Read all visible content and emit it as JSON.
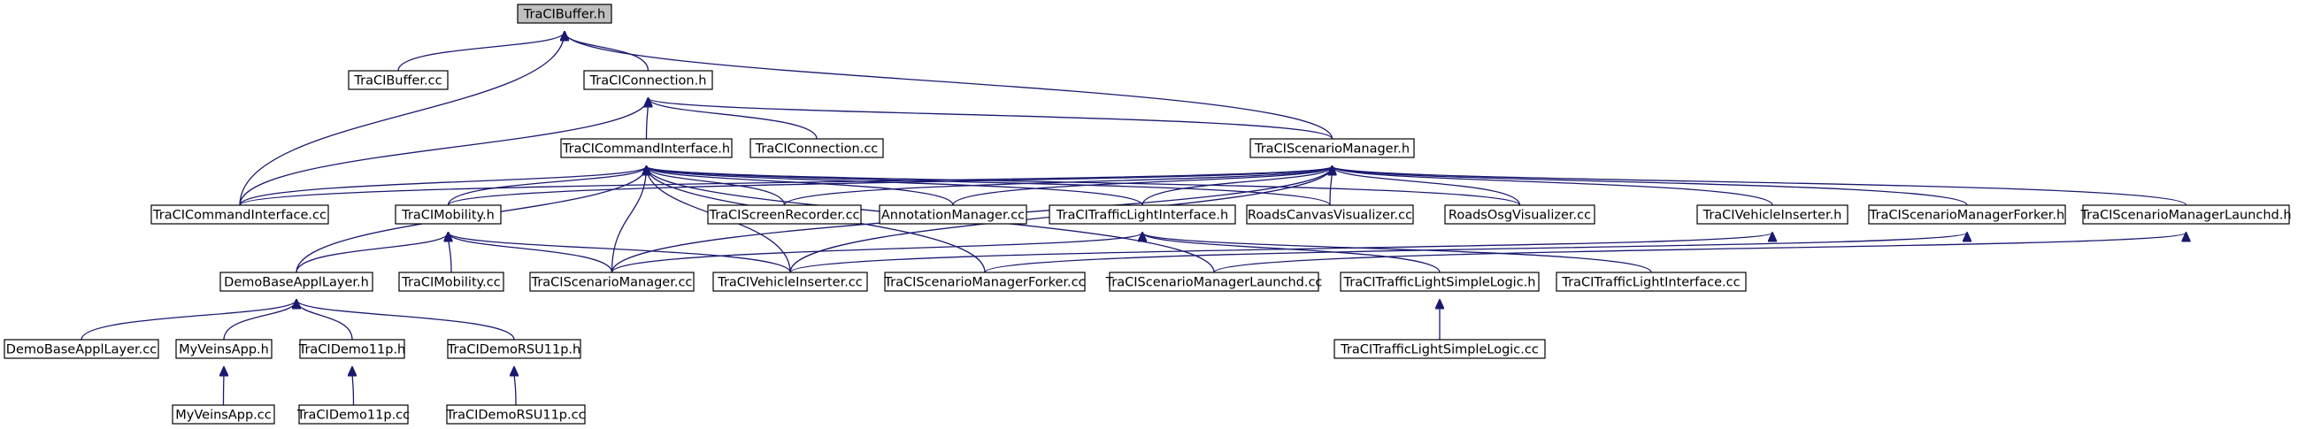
{
  "nodes": [
    {
      "id": "TraCIBuffer.h",
      "label": "TraCIBuffer.h",
      "root": true
    },
    {
      "id": "TraCIBuffer.cc",
      "label": "TraCIBuffer.cc"
    },
    {
      "id": "TraCIConnection.h",
      "label": "TraCIConnection.h"
    },
    {
      "id": "TraCICommandInterface.h",
      "label": "TraCICommandInterface.h"
    },
    {
      "id": "TraCIConnection.cc",
      "label": "TraCIConnection.cc"
    },
    {
      "id": "TraCIScenarioManager.h",
      "label": "TraCIScenarioManager.h"
    },
    {
      "id": "TraCICommandInterface.cc",
      "label": "TraCICommandInterface.cc"
    },
    {
      "id": "TraCIMobility.h",
      "label": "TraCIMobility.h"
    },
    {
      "id": "TraCIScreenRecorder.cc",
      "label": "TraCIScreenRecorder.cc"
    },
    {
      "id": "AnnotationManager.cc",
      "label": "AnnotationManager.cc"
    },
    {
      "id": "TraCITrafficLightInterface.h",
      "label": "TraCITrafficLightInterface.h"
    },
    {
      "id": "RoadsCanvasVisualizer.cc",
      "label": "RoadsCanvasVisualizer.cc"
    },
    {
      "id": "RoadsOsgVisualizer.cc",
      "label": "RoadsOsgVisualizer.cc"
    },
    {
      "id": "TraCIVehicleInserter.h",
      "label": "TraCIVehicleInserter.h"
    },
    {
      "id": "TraCIScenarioManagerForker.h",
      "label": "TraCIScenarioManagerForker.h"
    },
    {
      "id": "TraCIScenarioManagerLaunchd.h",
      "label": "TraCIScenarioManagerLaunchd.h"
    },
    {
      "id": "DemoBaseApplLayer.h",
      "label": "DemoBaseApplLayer.h"
    },
    {
      "id": "TraCIMobility.cc",
      "label": "TraCIMobility.cc"
    },
    {
      "id": "TraCIScenarioManager.cc",
      "label": "TraCIScenarioManager.cc"
    },
    {
      "id": "TraCIVehicleInserter.cc",
      "label": "TraCIVehicleInserter.cc"
    },
    {
      "id": "TraCIScenarioManagerForker.cc",
      "label": "TraCIScenarioManagerForker.cc"
    },
    {
      "id": "TraCIScenarioManagerLaunchd.cc",
      "label": "TraCIScenarioManagerLaunchd.cc"
    },
    {
      "id": "TraCITrafficLightSimpleLogic.h",
      "label": "TraCITrafficLightSimpleLogic.h"
    },
    {
      "id": "TraCITrafficLightInterface.cc",
      "label": "TraCITrafficLightInterface.cc"
    },
    {
      "id": "DemoBaseApplLayer.cc",
      "label": "DemoBaseApplLayer.cc"
    },
    {
      "id": "MyVeinsApp.h",
      "label": "MyVeinsApp.h"
    },
    {
      "id": "TraCIDemo11p.h",
      "label": "TraCIDemo11p.h"
    },
    {
      "id": "TraCIDemoRSU11p.h",
      "label": "TraCIDemoRSU11p.h"
    },
    {
      "id": "TraCITrafficLightSimpleLogic.cc",
      "label": "TraCITrafficLightSimpleLogic.cc"
    },
    {
      "id": "MyVeinsApp.cc",
      "label": "MyVeinsApp.cc"
    },
    {
      "id": "TraCIDemo11p.cc",
      "label": "TraCIDemo11p.cc"
    },
    {
      "id": "TraCIDemoRSU11p.cc",
      "label": "TraCIDemoRSU11p.cc"
    }
  ],
  "edges": [
    {
      "from": "TraCIBuffer.h",
      "to": "TraCIBuffer.cc"
    },
    {
      "from": "TraCIBuffer.h",
      "to": "TraCIConnection.h"
    },
    {
      "from": "TraCIBuffer.h",
      "to": "TraCIScenarioManager.h"
    },
    {
      "from": "TraCIBuffer.h",
      "to": "TraCICommandInterface.cc"
    },
    {
      "from": "TraCIConnection.h",
      "to": "TraCICommandInterface.h"
    },
    {
      "from": "TraCIConnection.h",
      "to": "TraCIConnection.cc"
    },
    {
      "from": "TraCIConnection.h",
      "to": "TraCIScenarioManager.h"
    },
    {
      "from": "TraCIConnection.h",
      "to": "TraCICommandInterface.cc"
    },
    {
      "from": "TraCICommandInterface.h",
      "to": "TraCICommandInterface.cc"
    },
    {
      "from": "TraCICommandInterface.h",
      "to": "TraCIMobility.h"
    },
    {
      "from": "TraCICommandInterface.h",
      "to": "TraCIScreenRecorder.cc"
    },
    {
      "from": "TraCICommandInterface.h",
      "to": "AnnotationManager.cc"
    },
    {
      "from": "TraCICommandInterface.h",
      "to": "TraCITrafficLightInterface.h"
    },
    {
      "from": "TraCICommandInterface.h",
      "to": "RoadsCanvasVisualizer.cc"
    },
    {
      "from": "TraCICommandInterface.h",
      "to": "RoadsOsgVisualizer.cc"
    },
    {
      "from": "TraCICommandInterface.h",
      "to": "DemoBaseApplLayer.h"
    },
    {
      "from": "TraCICommandInterface.h",
      "to": "TraCIScenarioManager.cc"
    },
    {
      "from": "TraCICommandInterface.h",
      "to": "TraCIVehicleInserter.cc"
    },
    {
      "from": "TraCICommandInterface.h",
      "to": "TraCIScenarioManagerForker.cc"
    },
    {
      "from": "TraCICommandInterface.h",
      "to": "TraCIScenarioManagerLaunchd.cc"
    },
    {
      "from": "TraCIScenarioManager.h",
      "to": "TraCICommandInterface.cc"
    },
    {
      "from": "TraCIScenarioManager.h",
      "to": "TraCIMobility.h"
    },
    {
      "from": "TraCIScenarioManager.h",
      "to": "TraCIScreenRecorder.cc"
    },
    {
      "from": "TraCIScenarioManager.h",
      "to": "AnnotationManager.cc"
    },
    {
      "from": "TraCIScenarioManager.h",
      "to": "TraCITrafficLightInterface.h"
    },
    {
      "from": "TraCIScenarioManager.h",
      "to": "RoadsCanvasVisualizer.cc"
    },
    {
      "from": "TraCIScenarioManager.h",
      "to": "RoadsOsgVisualizer.cc"
    },
    {
      "from": "TraCIScenarioManager.h",
      "to": "TraCIVehicleInserter.h"
    },
    {
      "from": "TraCIScenarioManager.h",
      "to": "TraCIScenarioManagerForker.h"
    },
    {
      "from": "TraCIScenarioManager.h",
      "to": "TraCIScenarioManagerLaunchd.h"
    },
    {
      "from": "TraCIScenarioManager.h",
      "to": "TraCIScenarioManager.cc"
    },
    {
      "from": "TraCIScenarioManager.h",
      "to": "TraCIVehicleInserter.cc"
    },
    {
      "from": "TraCIMobility.h",
      "to": "DemoBaseApplLayer.h"
    },
    {
      "from": "TraCIMobility.h",
      "to": "TraCIMobility.cc"
    },
    {
      "from": "TraCIMobility.h",
      "to": "TraCIScenarioManager.cc"
    },
    {
      "from": "TraCIMobility.h",
      "to": "TraCIVehicleInserter.cc"
    },
    {
      "from": "TraCITrafficLightInterface.h",
      "to": "TraCIScenarioManager.cc"
    },
    {
      "from": "TraCITrafficLightInterface.h",
      "to": "TraCITrafficLightSimpleLogic.h"
    },
    {
      "from": "TraCITrafficLightInterface.h",
      "to": "TraCITrafficLightInterface.cc"
    },
    {
      "from": "TraCIVehicleInserter.h",
      "to": "TraCIVehicleInserter.cc"
    },
    {
      "from": "TraCIScenarioManagerForker.h",
      "to": "TraCIScenarioManagerForker.cc"
    },
    {
      "from": "TraCIScenarioManagerLaunchd.h",
      "to": "TraCIScenarioManagerLaunchd.cc"
    },
    {
      "from": "DemoBaseApplLayer.h",
      "to": "DemoBaseApplLayer.cc"
    },
    {
      "from": "DemoBaseApplLayer.h",
      "to": "MyVeinsApp.h"
    },
    {
      "from": "DemoBaseApplLayer.h",
      "to": "TraCIDemo11p.h"
    },
    {
      "from": "DemoBaseApplLayer.h",
      "to": "TraCIDemoRSU11p.h"
    },
    {
      "from": "TraCITrafficLightSimpleLogic.h",
      "to": "TraCITrafficLightSimpleLogic.cc"
    },
    {
      "from": "MyVeinsApp.h",
      "to": "MyVeinsApp.cc"
    },
    {
      "from": "TraCIDemo11p.h",
      "to": "TraCIDemo11p.cc"
    },
    {
      "from": "TraCIDemoRSU11p.h",
      "to": "TraCIDemoRSU11p.cc"
    }
  ]
}
